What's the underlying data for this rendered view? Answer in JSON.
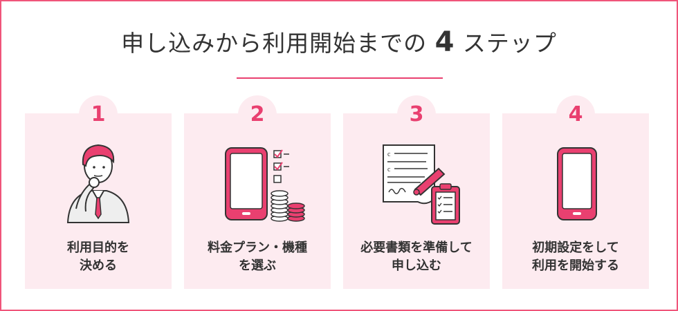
{
  "header": {
    "title_prefix": "申し込みから利用開始までの",
    "title_number": "4",
    "title_suffix": "ステップ"
  },
  "steps": [
    {
      "number": "1",
      "label_line1": "利用目的を",
      "label_line2": "決める",
      "icon": "thinking-person-icon"
    },
    {
      "number": "2",
      "label_line1": "料金プラン・機種",
      "label_line2": "を選ぶ",
      "icon": "phone-checklist-coins-icon"
    },
    {
      "number": "3",
      "label_line1": "必要書類を準備して",
      "label_line2": "申し込む",
      "icon": "document-signing-icon"
    },
    {
      "number": "4",
      "label_line1": "初期設定をして",
      "label_line2": "利用を開始する",
      "icon": "smartphone-icon"
    }
  ],
  "colors": {
    "accent": "#e94070",
    "card_bg": "#fdebf0",
    "border": "#f0557a",
    "text": "#333333"
  }
}
